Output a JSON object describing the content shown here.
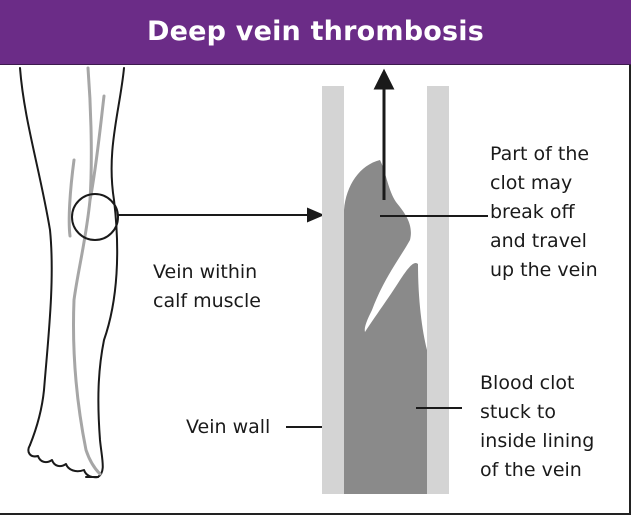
{
  "header": {
    "title": "Deep vein thrombosis"
  },
  "labels": {
    "vein_within": "Vein within\ncalf muscle",
    "clot_break": "Part of the\nclot may\nbreak off\nand travel\nup the vein",
    "blood_clot": "Blood clot\nstuck to\ninside lining\nof the vein",
    "vein_wall": "Vein wall"
  },
  "colors": {
    "header_bg": "#6b2c87",
    "clot": "#8a8a8a",
    "vein_wall": "#d4d4d4",
    "leg_vein": "#a6a6a6"
  }
}
